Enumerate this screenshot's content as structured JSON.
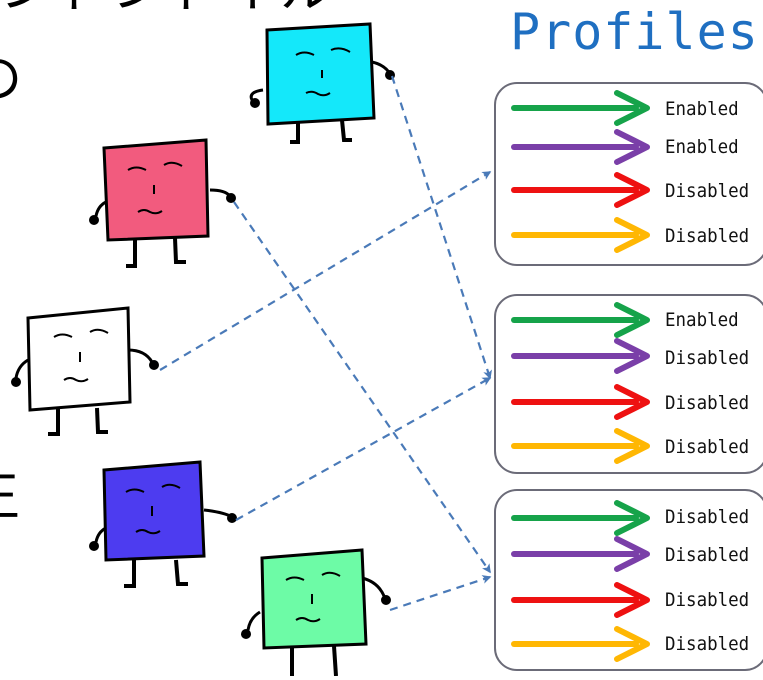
{
  "title": "Profiles",
  "clipped_text": {
    "top_fragment": "ンドンドイル",
    "left_fragment_1": "の",
    "left_fragment_2": "王"
  },
  "colors": {
    "title": "#1f6fc1",
    "connector": "#4a7ab8",
    "arrow_green": "#16a34a",
    "arrow_purple": "#7a3fa8",
    "arrow_red": "#ee1111",
    "arrow_yellow": "#ffb703",
    "char_cyan": "#14e8fa",
    "char_pink": "#f25b7e",
    "char_white": "#ffffff",
    "char_blue": "#4d3cf0",
    "char_green": "#6dfba6",
    "panel_border": "#6b6b78"
  },
  "characters": [
    {
      "name": "cyan",
      "color": "#14e8fa"
    },
    {
      "name": "pink",
      "color": "#f25b7e"
    },
    {
      "name": "white",
      "color": "#ffffff"
    },
    {
      "name": "blue",
      "color": "#4d3cf0"
    },
    {
      "name": "green",
      "color": "#6dfba6"
    }
  ],
  "profiles": [
    {
      "rows": [
        {
          "arrow": "green",
          "status": "Enabled"
        },
        {
          "arrow": "purple",
          "status": "Enabled"
        },
        {
          "arrow": "red",
          "status": "Disabled"
        },
        {
          "arrow": "yellow",
          "status": "Disabled"
        }
      ]
    },
    {
      "rows": [
        {
          "arrow": "green",
          "status": "Enabled"
        },
        {
          "arrow": "purple",
          "status": "Disabled"
        },
        {
          "arrow": "red",
          "status": "Disabled"
        },
        {
          "arrow": "yellow",
          "status": "Disabled"
        }
      ]
    },
    {
      "rows": [
        {
          "arrow": "green",
          "status": "Disabled"
        },
        {
          "arrow": "purple",
          "status": "Disabled"
        },
        {
          "arrow": "red",
          "status": "Disabled"
        },
        {
          "arrow": "yellow",
          "status": "Disabled"
        }
      ]
    }
  ],
  "assignments": [
    {
      "character": "cyan",
      "profile": 2
    },
    {
      "character": "pink",
      "profile": 3
    },
    {
      "character": "white",
      "profile": 1
    },
    {
      "character": "blue",
      "profile": 2
    },
    {
      "character": "green",
      "profile": 3
    }
  ]
}
